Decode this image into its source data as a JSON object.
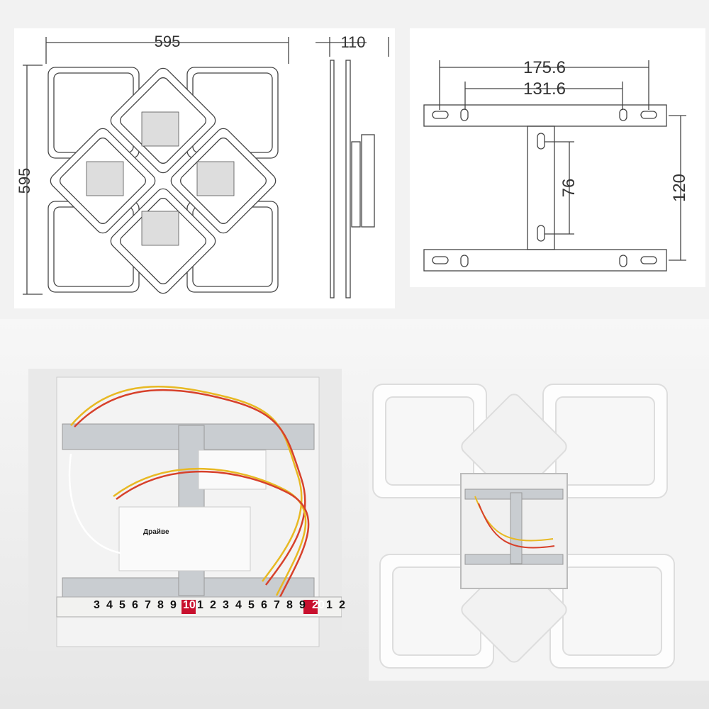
{
  "front_drawing": {
    "width_label": "595",
    "height_label": "595"
  },
  "side_drawing": {
    "depth_label": "110"
  },
  "bracket_drawing": {
    "outer_span_label": "175.6",
    "inner_span_label": "131.6",
    "vertical_slot_label": "76",
    "height_label": "120"
  },
  "photo_mounted": {
    "driver_label": "Драйве",
    "ruler_numbers": [
      "3",
      "4",
      "5",
      "6",
      "7",
      "8",
      "9",
      "10",
      "1",
      "2",
      "3",
      "4",
      "5",
      "6",
      "7",
      "8",
      "9",
      "20",
      "1",
      "2"
    ],
    "ruler_highlight_color": "#c8102e"
  },
  "photo_back": {}
}
